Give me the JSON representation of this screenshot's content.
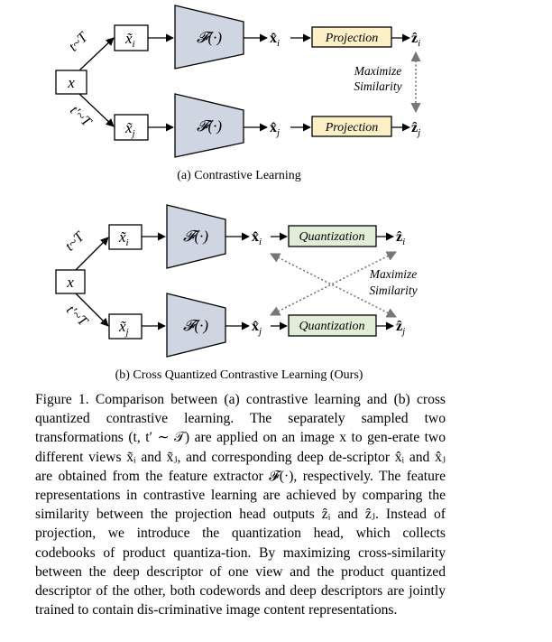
{
  "diagram_a": {
    "input_label": "x",
    "view_i_label": "x̃",
    "view_i_sub": "i",
    "view_j_label": "x̃",
    "view_j_sub": "j",
    "t_top_label": "t~T",
    "t_bottom_label": "t′~T",
    "encoder_label": "𝓕(·)",
    "desc_i": "x̂",
    "desc_i_sub": "i",
    "desc_j": "x̂",
    "desc_j_sub": "j",
    "head_label": "Projection",
    "out_i": "ẑ",
    "out_i_sub": "i",
    "out_j": "ẑ",
    "out_j_sub": "j",
    "sim_line1": "Maximize",
    "sim_line2": "Similarity",
    "caption": "(a)  Contrastive Learning"
  },
  "diagram_b": {
    "input_label": "x",
    "view_i_label": "x̃",
    "view_i_sub": "i",
    "view_j_label": "x̃",
    "view_j_sub": "j",
    "t_top_label": "t~T",
    "t_bottom_label": "t′~T",
    "encoder_label": "𝓕(·)",
    "desc_i": "x̂",
    "desc_i_sub": "i",
    "desc_j": "x̂",
    "desc_j_sub": "j",
    "head_label": "Quantization",
    "out_i": "ẑ",
    "out_i_sub": "i",
    "out_j": "ẑ",
    "out_j_sub": "j",
    "sim_line1": "Maximize",
    "sim_line2": "Similarity",
    "caption": "(b)  Cross Quantized Contrastive Learning (Ours)"
  },
  "colors": {
    "encoder_fill": "#cfd6e1",
    "projection_fill": "#fdf0c7",
    "quantization_fill": "#e1edd7",
    "similarity_arrow": "#777777"
  },
  "figure_caption": "Figure 1. Comparison between (a) contrastive learning and (b) cross quantized contrastive learning. The separately sampled two transformations (t, t′ ∼ 𝒯) are applied on an image x to gen-erate two different views x̃ᵢ and x̃ⱼ, and corresponding deep de-scriptor x̂ᵢ and x̂ⱼ are obtained from the feature extractor 𝓕(·), respectively. The feature representations in contrastive learning are achieved by comparing the similarity between the projection head outputs ẑᵢ and ẑⱼ. Instead of projection, we introduce the quantization head, which collects codebooks of product quantiza-tion. By maximizing cross-similarity between the deep descriptor of one view and the product quantized descriptor of the other, both codewords and deep descriptors are jointly trained to contain dis-criminative image content representations."
}
